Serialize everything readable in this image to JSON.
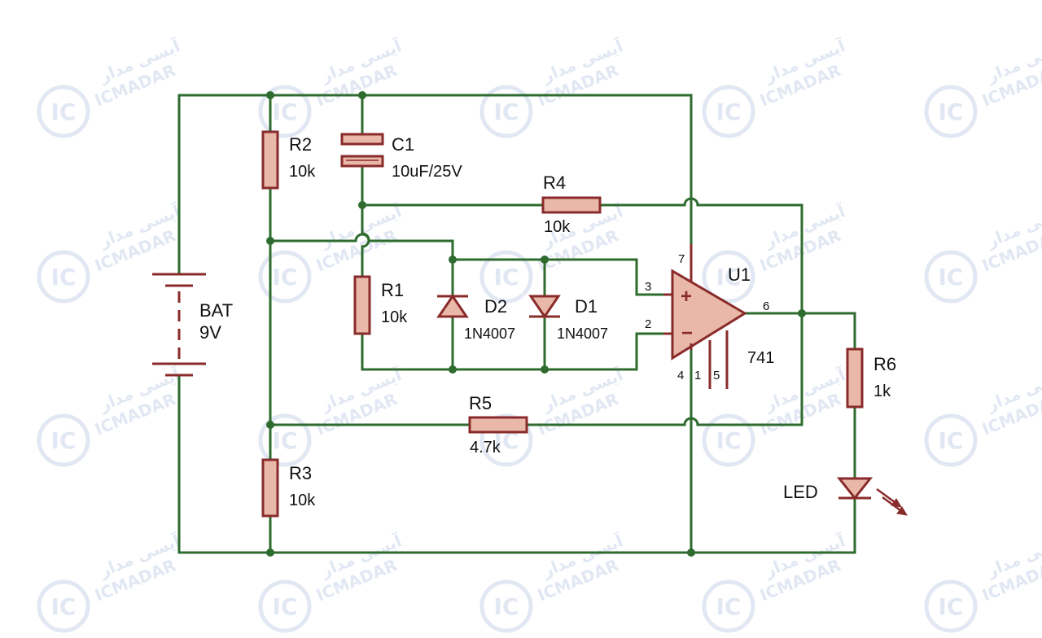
{
  "colors": {
    "wire": "#2e6b2e",
    "component": "#8a2b2b",
    "component_fill": "#e9b8a8",
    "text": "#111111",
    "watermark": "#c9d5ea"
  },
  "watermark": {
    "logo": "IC",
    "brand": "ICMADAR",
    "brand_fa": "آیسی مدار"
  },
  "components": {
    "bat": {
      "ref": "BAT",
      "value": "9V"
    },
    "r2": {
      "ref": "R2",
      "value": "10k"
    },
    "c1": {
      "ref": "C1",
      "value": "10uF/25V"
    },
    "r4": {
      "ref": "R4",
      "value": "10k"
    },
    "r1": {
      "ref": "R1",
      "value": "10k"
    },
    "d2": {
      "ref": "D2",
      "value": "1N4007"
    },
    "d1": {
      "ref": "D1",
      "value": "1N4007"
    },
    "u1": {
      "ref": "U1",
      "value": "741",
      "plus": "+",
      "minus": "−",
      "pin3": "3",
      "pin2": "2",
      "pin7": "7",
      "pin4": "4",
      "pin6": "6",
      "pin1": "1",
      "pin5": "5"
    },
    "r5": {
      "ref": "R5",
      "value": "4.7k"
    },
    "r6": {
      "ref": "R6",
      "value": "1k"
    },
    "r3": {
      "ref": "R3",
      "value": "10k"
    },
    "led": {
      "ref": "LED"
    }
  }
}
